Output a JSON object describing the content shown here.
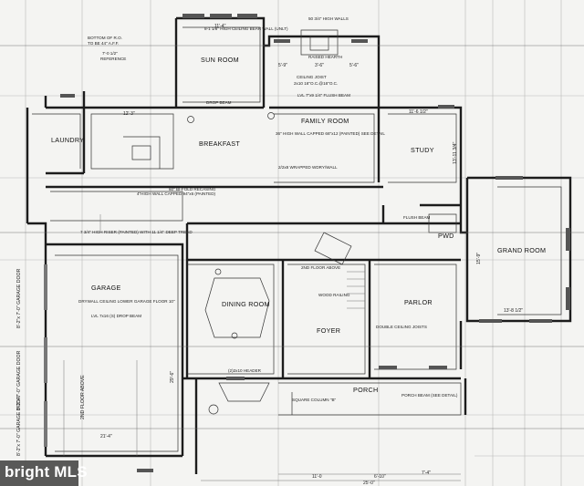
{
  "rooms": {
    "sun_room": "SUN ROOM",
    "family_room": "FAMILY ROOM",
    "laundry": "LAUNDRY",
    "breakfast": "BREAKFAST",
    "study": "STUDY",
    "grand_room": "GRAND ROOM",
    "garage": "GARAGE",
    "dining_room": "DINING ROOM",
    "foyer": "FOYER",
    "parlor": "PARLOR",
    "porch": "PORCH",
    "pwd": "PWD"
  },
  "notes": {
    "bottom_of_ro": "BOTTOM OF R.O.",
    "to_be_aff": "TO BE 44\" A.F.F.",
    "dim_7_0_half": "7'-0 1/2\"",
    "reference": "REFERENCE",
    "ceiling_beam": "8-1 1/8\" HIGH CEILING BEAR WALL (UNLT)",
    "high_walls": "50 3/4\" HIGH WALLS",
    "raised_hearth": "RAISED HEARTH",
    "ceiling_joist": "CEILING JOIST",
    "joist_spec": "2x10 16\"O.C.@16\"O.C.",
    "lvl_flush_beam": "LVL 7\"x9 1/4\" FLUSH BEAM",
    "drop_beam": "DROP BEAM",
    "high_wall_capped": "36\" HIGH WALL CAPPED 66\"x12 (PAINTED) SEE DETAIL",
    "wrapped_wdry": "2/2x8 WRAPPED WDRY/WALL",
    "bi_fold": "60\" BI-FOLD RECASING",
    "painted_cap": "4\"HIGH WALL CAPPED 94\"x6 (PAINTED)",
    "flush_beam": "FLUSH BEAM",
    "high_riser": "7 3/4\" HIGH RISER (PAINTED) WITH 11 1/4\" DEEP TREAD",
    "garage_ceiling": "DRYWALL CEILING LOWER GARAGE FLOOR 10\"",
    "drop_beam_lvl": "LVL 7x16 (S) DROP BEAM",
    "floor_above": "2ND FLOOR ABOVE",
    "garage_door": "8'-2\"x 7'-0\" GARAGE DOOR",
    "wood_railing": "WOOD RAILING",
    "double_ceiling_joists": "DOUBLE CEILING JOISTS",
    "floor_above_2": "2ND FLOOR ABOVE",
    "square_column": "SQUARE COLUMN \"B\"",
    "porch_beam": "PORCH BEAM (SEE DETAIL)",
    "header": "(2)2x10 HEADER",
    "dim_11_0": "11'-0",
    "dim_6_10": "6'-10\"",
    "dim_7_4": "7'-4\"",
    "dim_13_8": "13'-8 1/2\"",
    "dim_11_6": "11'-6 1/2\"",
    "dim_21_4": "21'-4\"",
    "dim_25_0": "25'-0\"",
    "dim_29_6": "29'-6\"",
    "dim_3_6": "3'-6\"",
    "dim_5_9": "5'-9\"",
    "dim_5_6": "5'-6\"",
    "dim_12_3": "12'-3\"",
    "dim_11_4": "11'-4\"",
    "dim_13_11": "13'-11 3/4\"",
    "dim_15_9": "15'-9\""
  },
  "watermark": "bright MLS",
  "colors": {
    "line": "#1c1c1c",
    "paper": "#f4f4f2",
    "watermark_bg": "#4b4b4b"
  }
}
